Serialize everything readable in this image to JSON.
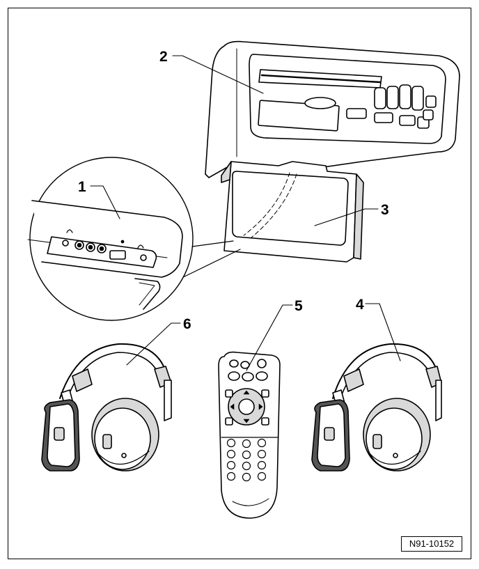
{
  "callouts": {
    "c1": "1",
    "c2": "2",
    "c3": "3",
    "c4": "4",
    "c5": "5",
    "c6": "6"
  },
  "reference_code": "N91-10152",
  "colors": {
    "line": "#000000",
    "fill": "#ffffff",
    "shade": "#d9d9d9",
    "dark": "#555555"
  }
}
